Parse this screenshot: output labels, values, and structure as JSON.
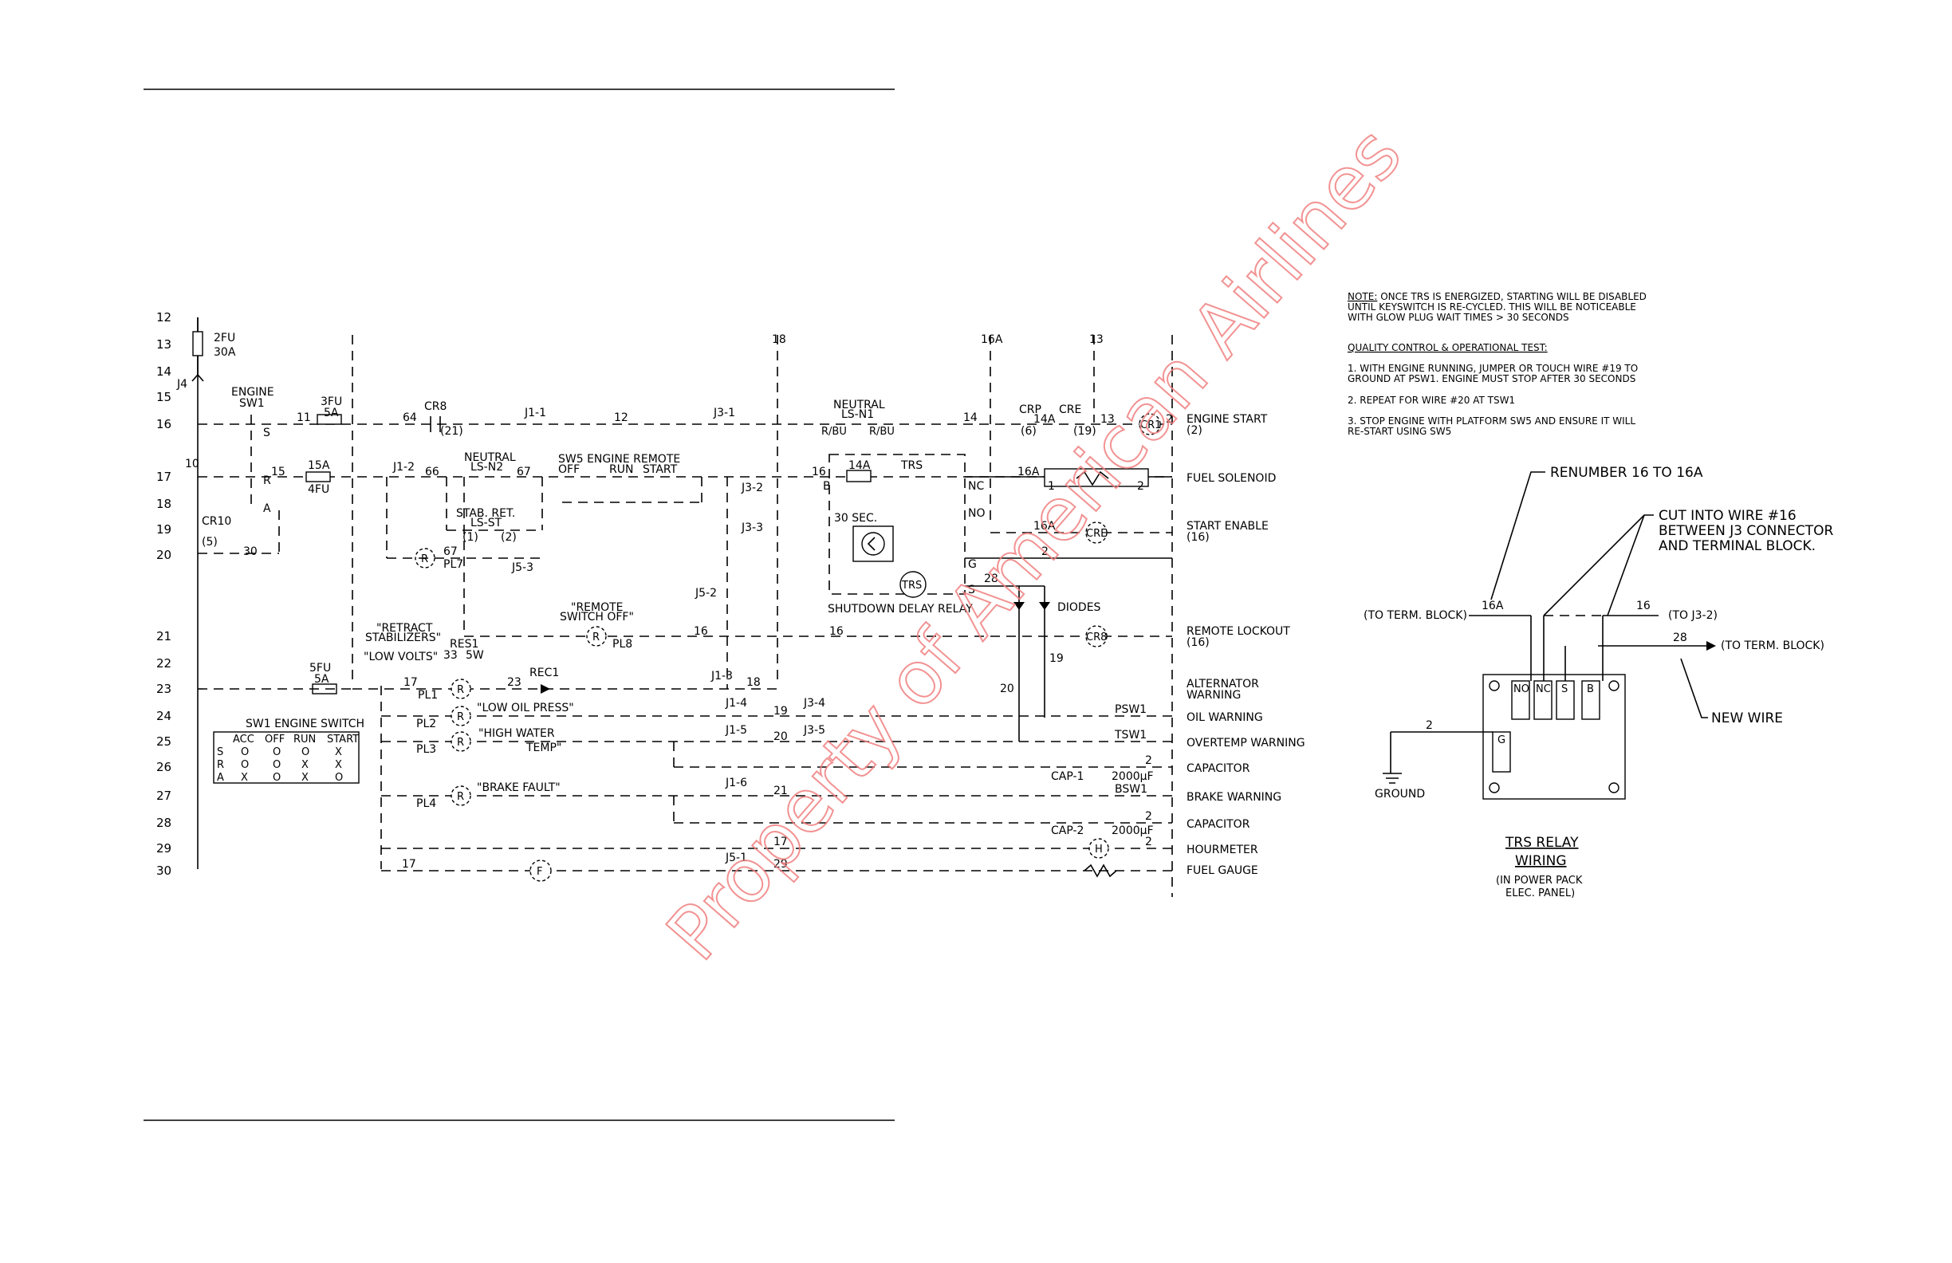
{
  "row_numbers": [
    "12",
    "13",
    "14",
    "15",
    "16",
    "17",
    "18",
    "19",
    "20",
    "21",
    "22",
    "23",
    "24",
    "25",
    "26",
    "27",
    "28",
    "29",
    "30"
  ],
  "fuses": {
    "fu2": "2FU",
    "fu2_rating": "30A",
    "fu3": "3FU",
    "fu3_rating": "5A",
    "fu4_rating": "15A",
    "fu4": "4FU",
    "fu5": "5FU",
    "fu5_rating": "5A"
  },
  "engine_switch": {
    "label1": "ENGINE",
    "label2": "SW1",
    "s": "S",
    "r": "R",
    "a": "A"
  },
  "j4": "J4",
  "cr10": {
    "label": "CR10",
    "sub": "(5)"
  },
  "wires": {
    "w10": "10",
    "w11": "11",
    "w15": "15",
    "w64": "64",
    "w30": "30",
    "w12": "12",
    "w14": "14",
    "w13": "13",
    "w2": "2",
    "w66": "66",
    "w67": "67",
    "w16": "16",
    "w16a": "16A",
    "w28": "28",
    "w19": "19",
    "w20": "20",
    "w17": "17",
    "w23": "23",
    "w18": "18",
    "w21": "21",
    "w29": "29",
    "w33": "33"
  },
  "vertical_tags": {
    "t18": "18",
    "t16a": "16A",
    "t13": "13"
  },
  "cr8": {
    "label": "CR8",
    "sub": "(21)"
  },
  "connectors": {
    "j1_1": "J1-1",
    "j3_1": "J3-1",
    "j1_2": "J1-2",
    "j3_2": "J3-2",
    "j3_3": "J3-3",
    "j5_2": "J5-2",
    "j5_3": "J5-3",
    "j1_3": "J1-3",
    "j1_4": "J1-4",
    "j3_4": "J3-4",
    "j1_5": "J1-5",
    "j3_5": "J3-5",
    "j1_6": "J1-6",
    "j5_1": "J5-1"
  },
  "neutral_n1": {
    "l1": "NEUTRAL",
    "l2": "LS-N1",
    "rbu1": "R/BU",
    "rbu2": "R/BU"
  },
  "neutral_n2": {
    "l1": "NEUTRAL",
    "l2": "LS-N2"
  },
  "stab": {
    "l1": "STAB. RET.",
    "l2": "LS-ST",
    "p1": "(1)",
    "p2": "(2)"
  },
  "sw5": {
    "title": "SW5 ENGINE REMOTE",
    "off": "OFF",
    "run": "RUN",
    "start": "START"
  },
  "crp": {
    "label": "CRP",
    "sub": "(6)"
  },
  "cre": {
    "label": "CRE",
    "sub": "(19)"
  },
  "w14a_top": "14A",
  "coils": {
    "cr1": "CR1",
    "cre": "CRE",
    "cr8": "CR8"
  },
  "fuel_sol": {
    "n1": "1",
    "n2": "2"
  },
  "relay_box": {
    "b": "B",
    "t14a": "14A",
    "trs": "TRS",
    "nc": "NC",
    "no": "NO",
    "sec": "30 SEC.",
    "g": "G",
    "s": "S",
    "trs_coil": "TRS",
    "title": "SHUTDOWN DELAY RELAY",
    "diodes": "DIODES"
  },
  "pilots": {
    "pl7": "PL7",
    "pl8": "PL8",
    "pl1": "PL1",
    "pl2": "PL2",
    "pl3": "PL3",
    "pl4": "PL4",
    "r": "R"
  },
  "remote_switch_off": {
    "l1": "\"REMOTE",
    "l2": "SWITCH OFF\""
  },
  "retract": {
    "l1": "\"RETRACT",
    "l2": "STABILIZERS\""
  },
  "low_volts": "\"LOW VOLTS\"",
  "res1": {
    "label": "RES1",
    "watt": "5W"
  },
  "rec1": "REC1",
  "low_oil": "\"LOW OIL PRESS\"",
  "high_water": {
    "l1": "\"HIGH WATER",
    "l2": "TEMP\""
  },
  "brake_fault": "\"BRAKE FAULT\"",
  "sw1_table": {
    "title": "SW1 ENGINE SWITCH",
    "headers": [
      "ACC",
      "OFF",
      "RUN",
      "START"
    ],
    "rows": [
      {
        "key": "S",
        "cells": [
          "O",
          "O",
          "O",
          "X"
        ]
      },
      {
        "key": "R",
        "cells": [
          "O",
          "O",
          "X",
          "X"
        ]
      },
      {
        "key": "A",
        "cells": [
          "X",
          "O",
          "X",
          "O"
        ]
      }
    ]
  },
  "sensors": {
    "psw1": "PSW1",
    "tsw1": "TSW1",
    "bsw1": "BSW1",
    "cap1": "CAP-1",
    "cap1_val": "2000μF",
    "cap2": "CAP-2",
    "cap2_val": "2000μF",
    "h": "H",
    "f": "F"
  },
  "right_labels": {
    "engine_start": "ENGINE START",
    "engine_start_sub": "(2)",
    "fuel_solenoid": "FUEL SOLENOID",
    "start_enable": "START ENABLE",
    "start_enable_sub": "(16)",
    "remote_lockout": "REMOTE LOCKOUT",
    "remote_lockout_sub": "(16)",
    "alt_warning_1": "ALTERNATOR",
    "alt_warning_2": "WARNING",
    "oil_warning": "OIL WARNING",
    "overtemp_warning": "OVERTEMP WARNING",
    "capacitor_1": "CAPACITOR",
    "brake_warning": "BRAKE WARNING",
    "capacitor_2": "CAPACITOR",
    "hourmeter": "HOURMETER",
    "fuel_gauge": "FUEL GAUGE"
  },
  "notes": {
    "note_head": "NOTE:",
    "note_l1": " ONCE TRS IS ENERGIZED, STARTING WILL BE DISABLED",
    "note_l2": "UNTIL KEYSWITCH IS RE-CYCLED. THIS WILL BE NOTICEABLE",
    "note_l3": "WITH GLOW PLUG WAIT TIMES > 30 SECONDS",
    "qc_head": "QUALITY CONTROL & OPERATIONAL TEST:",
    "qc1_l1": "1. WITH ENGINE RUNNING, JUMPER OR TOUCH WIRE #19 TO",
    "qc1_l2": "GROUND AT PSW1. ENGINE MUST STOP AFTER 30 SECONDS",
    "qc2": "2. REPEAT FOR WIRE #20 AT TSW1",
    "qc3_l1": "3. STOP ENGINE WITH PLATFORM SW5 AND ENSURE IT WILL",
    "qc3_l2": "RE-START USING SW5"
  },
  "trs_wiring": {
    "renumber": "RENUMBER 16 TO 16A",
    "cut1": "CUT INTO WIRE #16",
    "cut2": "BETWEEN J3 CONNECTOR",
    "cut3": "AND TERMINAL BLOCK.",
    "to_term_left": "(TO TERM. BLOCK)",
    "w16a": "16A",
    "w16": "16",
    "to_j3": "(TO J3-2)",
    "w28": "28",
    "to_term_right": "(TO TERM. BLOCK)",
    "new_wire": "NEW WIRE",
    "w2": "2",
    "ground": "GROUND",
    "no": "NO",
    "nc": "NC",
    "s": "S",
    "b": "B",
    "g": "G",
    "title1": "TRS RELAY",
    "title2": "WIRING",
    "sub1": "(IN POWER PACK",
    "sub2": "ELEC. PANEL)"
  },
  "watermark": "Property of American Airlines",
  "colors": {
    "watermark": "#f08080",
    "ink": "#000000"
  }
}
